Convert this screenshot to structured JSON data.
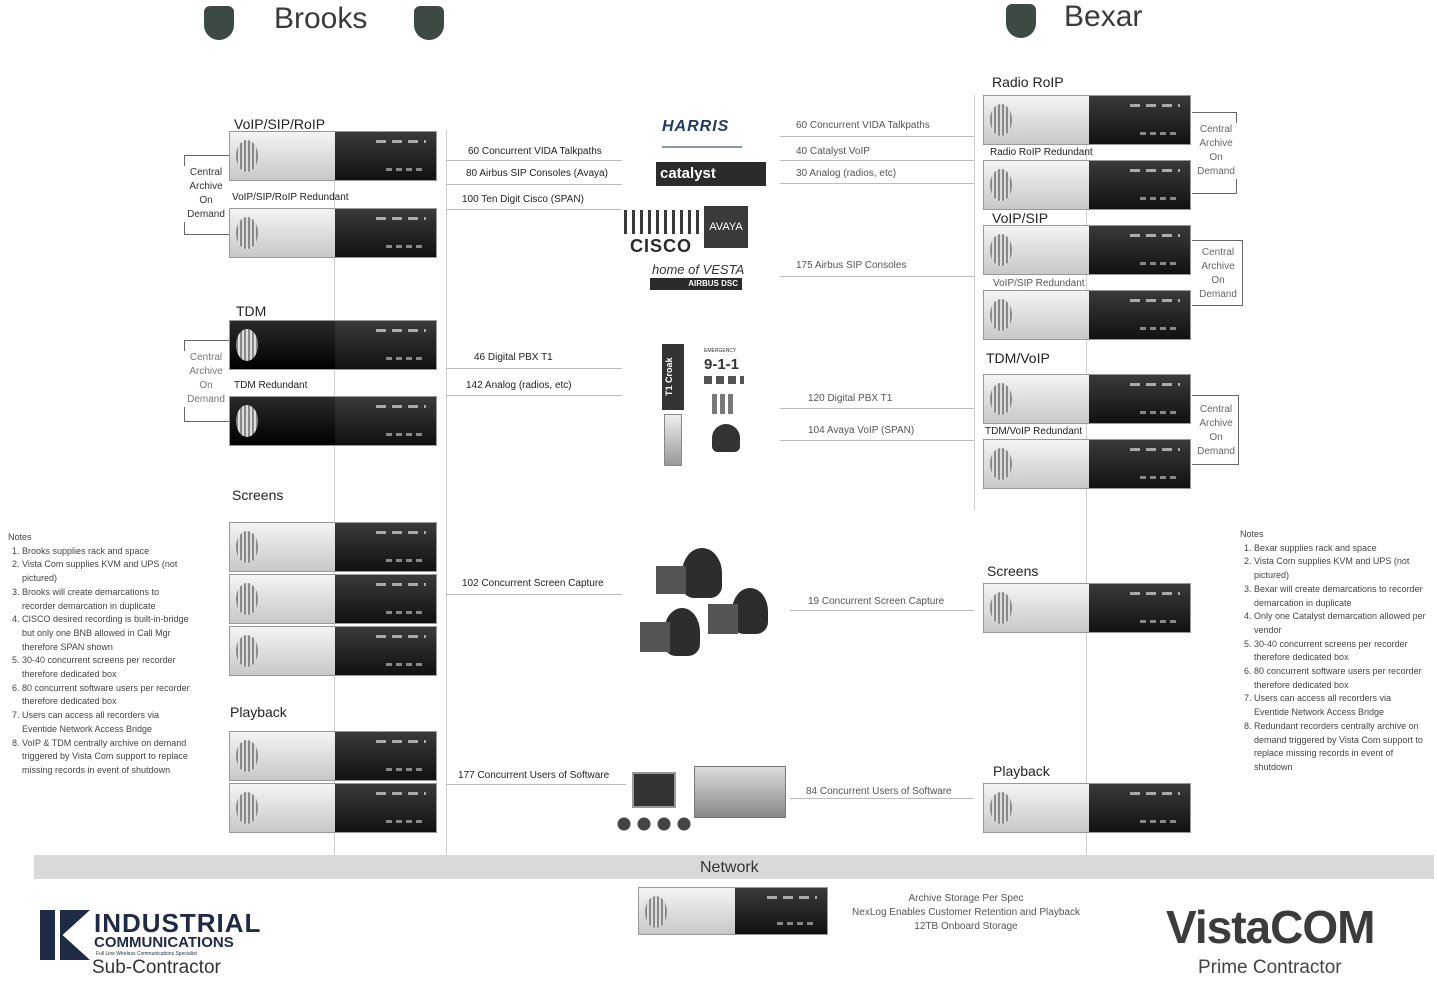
{
  "brooks": {
    "title": "Brooks",
    "sections": {
      "voip": "VoIP/SIP/RoIP",
      "voip_redundant": "VoIP/SIP/RoIP Redundant",
      "tdm": "TDM",
      "tdm_redundant": "TDM Redundant",
      "screens": "Screens",
      "playback": "Playback"
    },
    "central_archive": [
      "Central",
      "Archive",
      "On",
      "Demand"
    ],
    "links": [
      "60 Concurrent VIDA Talkpaths",
      "80 Airbus SIP Consoles (Avaya)",
      "100 Ten Digit Cisco (SPAN)",
      "46 Digital PBX T1",
      "142 Analog (radios, etc)",
      "102 Concurrent Screen Capture",
      "177 Concurrent Users of Software"
    ],
    "notes_title": "Notes",
    "notes": [
      "Brooks supplies rack and space",
      "Vista Com supplies KVM and UPS (not pictured)",
      "Brooks will create demarcations to recorder demarcation in duplicate",
      "CISCO desired recording is built-in-bridge but only one BNB allowed in Call Mgr therefore SPAN shown",
      "30-40 concurrent screens per recorder therefore dedicated box",
      "80 concurrent software users per recorder therefore dedicated box",
      "Users can access all recorders via Eventide Network Access Bridge",
      "VoIP & TDM centrally archive on demand triggered by Vista Com support to replace missing records in event of shutdown"
    ]
  },
  "bexar": {
    "title": "Bexar",
    "sections": {
      "radio_roip": "Radio RoIP",
      "radio_roip_redundant": "Radio RoIP Redundant",
      "voip_sip": "VoIP/SIP",
      "voip_sip_redundant": "VoIP/SIP Redundant",
      "tdm_voip": "TDM/VoIP",
      "tdm_voip_redundant": "TDM/VoIP Redundant",
      "screens": "Screens",
      "playback": "Playback"
    },
    "central_archive": [
      "Central",
      "Archive",
      "On",
      "Demand"
    ],
    "links": [
      "60 Concurrent VIDA Talkpaths",
      "40 Catalyst VoIP",
      "30 Analog (radios, etc)",
      "175 Airbus SIP Consoles",
      "120 Digital PBX T1",
      "104 Avaya VoIP (SPAN)",
      "19 Concurrent Screen Capture",
      "84 Concurrent Users of Software"
    ],
    "notes_title": "Notes",
    "notes": [
      "Bexar supplies rack and space",
      "Vista Com supplies KVM and UPS (not pictured)",
      "Bexar will create demarcations to recorder demarcation in duplicate",
      "Only one Catalyst demarcation allowed per vendor",
      "30-40 concurrent screens per recorder therefore dedicated box",
      "80 concurrent software users per recorder therefore dedicated box",
      "Users can access all recorders via Eventide Network Access Bridge",
      "Redundant recorders centrally archive on demand triggered by Vista Com support to replace missing records in event of shutdown"
    ]
  },
  "vendors": {
    "harris": "HARRIS",
    "catalyst": "catalyst",
    "cisco": "CISCO",
    "avaya": "AVAYA",
    "vesta": "home of VESTA",
    "airbus": "AIRBUS DSC",
    "t1": "T1 Croak",
    "emergency": "EMERGENCY",
    "nine11": "9-1-1"
  },
  "network": {
    "label": "Network",
    "storage": [
      "Archive Storage Per Spec",
      "NexLog Enables Customer Retention and Playback",
      "12TB Onboard Storage"
    ]
  },
  "footer": {
    "ic_line1": "INDUSTRIAL",
    "ic_line2": "COMMUNICATIONS",
    "ic_tag": "Full Line Wireless Communications Specialist",
    "ic_role": "Sub-Contractor",
    "vc_name": "VistaCOM",
    "vc_role": "Prime Contractor"
  },
  "colors": {
    "rack_dark": "#1a1a1a",
    "network_band": "#d9d9d9",
    "ic_navy": "#1f2a44"
  }
}
